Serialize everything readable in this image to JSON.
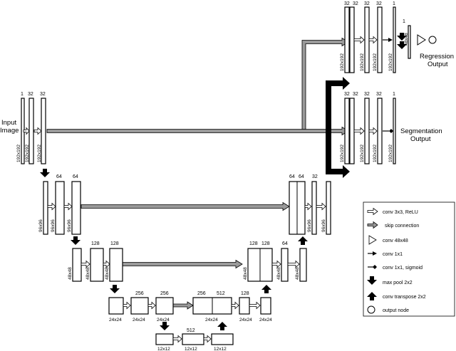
{
  "labels": {
    "input_line1": "Input",
    "input_line2": "Image",
    "segmentation_line1": "Segmentation",
    "segmentation_line2": "Output",
    "regression_line1": "Regression",
    "regression_line2": "Output"
  },
  "channels": {
    "c1": "1",
    "c32": "32",
    "c64": "64",
    "c128": "128",
    "c256": "256",
    "c512": "512"
  },
  "dims": {
    "d192": "192x192",
    "d96": "96x96",
    "d48": "48x48",
    "d24": "24x24",
    "d12": "12x12",
    "d48b": "48x48"
  },
  "legend": {
    "conv3": "conv 3x3, ReLU",
    "skip": "skip connection",
    "conv48": "conv 48x48",
    "conv1": "conv 1x1",
    "conv1sig": "conv 1x1, sigmoid",
    "pool": "max pool 2x2",
    "upconv": "conv transpose 2x2",
    "outnode": "output node"
  }
}
